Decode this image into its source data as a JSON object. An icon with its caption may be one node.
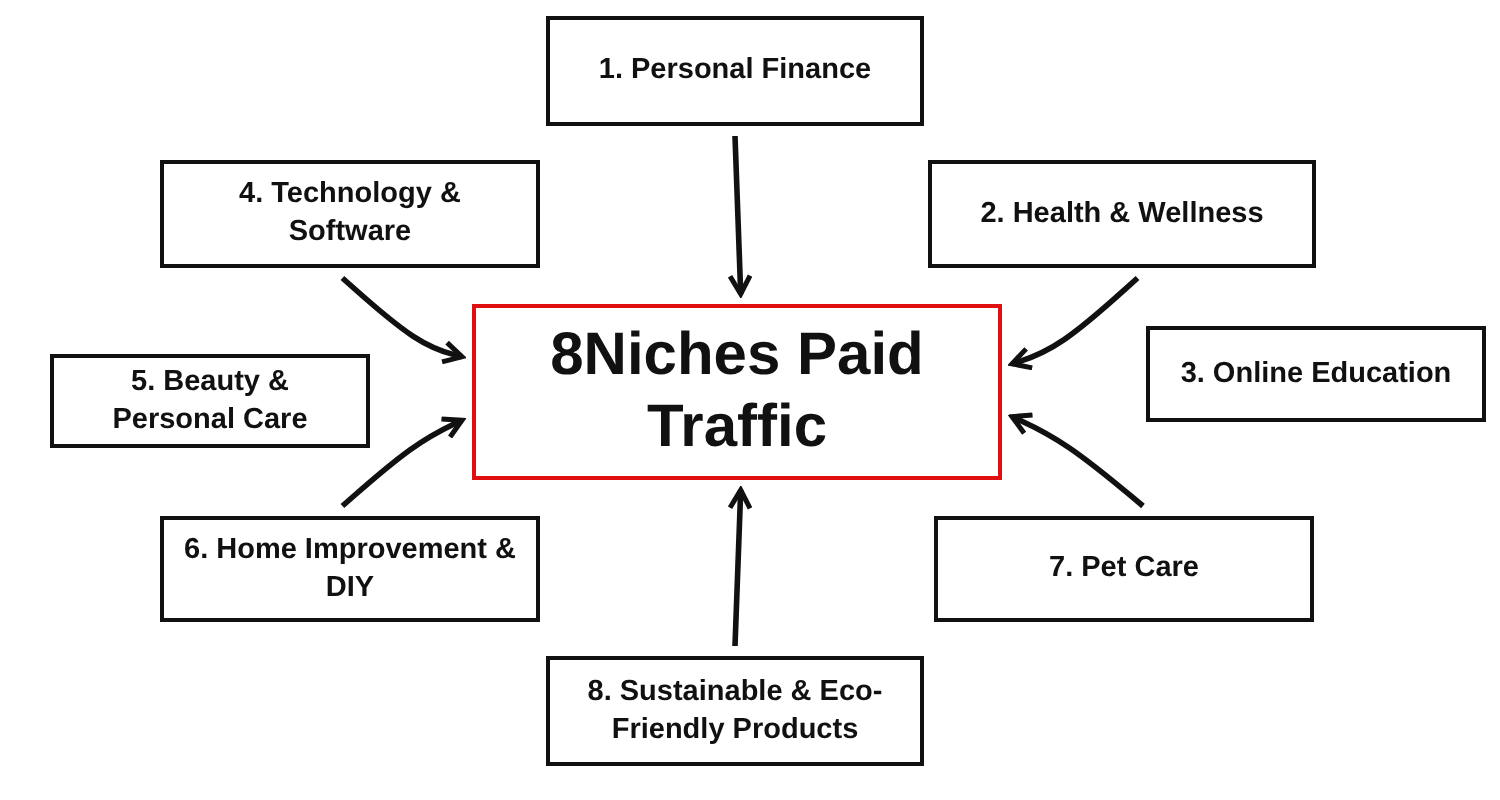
{
  "diagram": {
    "nodes": [
      {
        "text": [
          "8Niches Paid Traffic"
        ]
      },
      {
        "text": [
          "1. Personal Finance"
        ]
      },
      {
        "text": [
          "2. Health & Wellness"
        ]
      },
      {
        "text": [
          "3. Online Education"
        ]
      },
      {
        "text": [
          "4. Technology & Software"
        ]
      },
      {
        "text": [
          "5. Beauty & Personal Care"
        ]
      },
      {
        "text": [
          "6. Home Improvement & DIY"
        ]
      },
      {
        "text": [
          "7. Pet Care"
        ]
      },
      {
        "text": [
          "8. Sustainable & Eco-Friendly Products"
        ]
      }
    ],
    "edges": [
      {
        "from": 1,
        "to": 0,
        "arrow": "to"
      },
      {
        "from": 4,
        "to": 0,
        "arrow": "to"
      },
      {
        "from": 2,
        "to": 0,
        "arrow": "to"
      },
      {
        "from": 6,
        "to": 0,
        "arrow": "to"
      },
      {
        "from": 7,
        "to": 0,
        "arrow": "to"
      },
      {
        "from": 8,
        "to": 0,
        "arrow": "to"
      }
    ]
  }
}
